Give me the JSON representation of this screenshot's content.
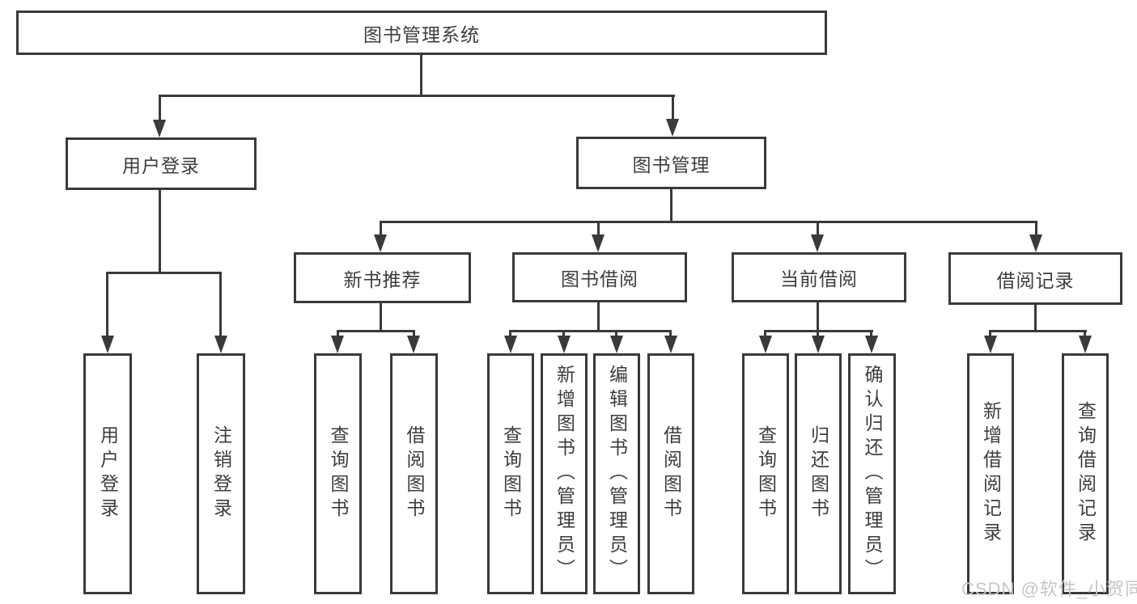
{
  "colors": {
    "line": "#3a3a3a",
    "text": "#3d3d3d",
    "watermark": "#c6c6c6",
    "bg": "#ffffff"
  },
  "tree": {
    "root": "图书管理系统",
    "level2": {
      "user_login": "用户登录",
      "book_management": "图书管理"
    },
    "level3": {
      "new_books": "新书推荐",
      "book_borrow": "图书借阅",
      "current_borrow": "当前借阅",
      "borrow_records": "借阅记录"
    },
    "leaves": {
      "user_login_child1": "用户登录",
      "user_login_child2": "注销登录",
      "new_books_child1": "查询图书",
      "new_books_child2": "借阅图书",
      "book_borrow_child1": "查询图书",
      "book_borrow_child2": "新增图书（管理员）",
      "book_borrow_child3": "编辑图书（管理员）",
      "book_borrow_child4": "借阅图书",
      "current_borrow_child1": "查询图书",
      "current_borrow_child2": "归还图书",
      "current_borrow_child3": "确认归还（管理员）",
      "borrow_records_child1": "新增借阅记录",
      "borrow_records_child2": "查询借阅记录"
    }
  },
  "watermark": "CSDN @软件_小贺同学"
}
